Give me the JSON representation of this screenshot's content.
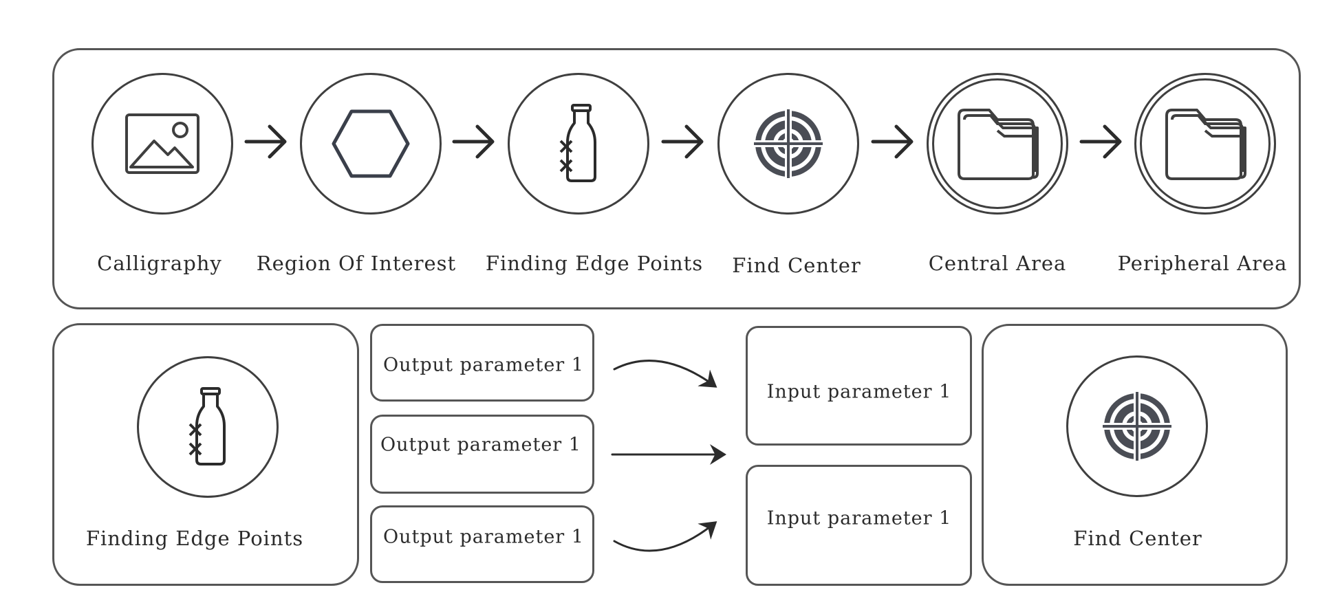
{
  "pipeline": {
    "steps": [
      {
        "label": "Calligraphy",
        "icon": "image-icon"
      },
      {
        "label": "Region Of Interest",
        "icon": "hexagon-icon"
      },
      {
        "label": "Finding Edge Points",
        "icon": "bottle-icon"
      },
      {
        "label": "Find Center",
        "icon": "target-icon"
      },
      {
        "label": "Central Area",
        "icon": "folder-icon"
      },
      {
        "label": "Peripheral Area",
        "icon": "folder-icon"
      }
    ]
  },
  "detail": {
    "source": {
      "label": "Finding Edge Points",
      "icon": "bottle-icon"
    },
    "outputs": [
      "Output parameter 1",
      "Output parameter 1",
      "Output parameter 1"
    ],
    "inputs": [
      "Input parameter 1",
      "Input parameter 1"
    ],
    "target": {
      "label": "Find Center",
      "icon": "target-icon"
    }
  },
  "colors": {
    "stroke": "#3f3f3f",
    "panel_border": "#555555",
    "background": "#ffffff"
  }
}
